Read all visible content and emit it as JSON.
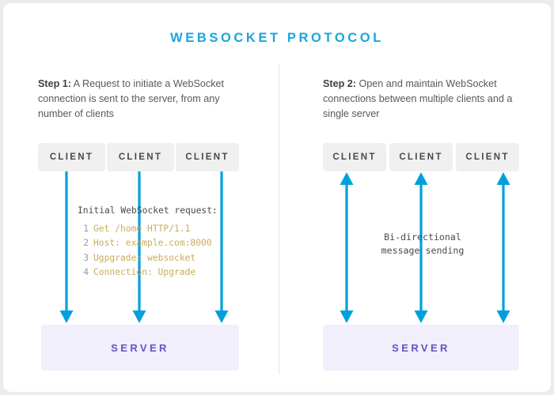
{
  "title": "WEBSOCKET PROTOCOL",
  "colors": {
    "title": "#19A6DE",
    "arrow": "#00A0DC",
    "client_box": "#f0f0f0",
    "client_text": "#4a4a4c",
    "server_box": "#f0effb",
    "server_text": "#6b4fc4",
    "code_text": "#c9ac5e",
    "line_number": "#9a9a9c",
    "divider": "#e6e6e6",
    "page_background": "#ececec",
    "card_background": "#ffffff"
  },
  "step1": {
    "label": "Step 1:",
    "body": " A Request to initiate a WebSocket connection is sent to the server, from any number of clients",
    "clients": [
      {
        "label": "CLIENT"
      },
      {
        "label": "CLIENT"
      },
      {
        "label": "CLIENT"
      }
    ],
    "server": {
      "label": "SERVER"
    },
    "code": {
      "heading": "Initial WebSocket request:",
      "lines": [
        {
          "number": "1",
          "text": "Get /home HTTP/1.1"
        },
        {
          "number": "2",
          "text": "Host: example.com:8000"
        },
        {
          "number": "3",
          "text": "Ugpgrade: websocket"
        },
        {
          "number": "4",
          "text": "Connection: Upgrade"
        }
      ]
    }
  },
  "step2": {
    "label": "Step 2:",
    "body": " Open and maintain WebSocket connections between multiple clients and a single server",
    "clients": [
      {
        "label": "CLIENT"
      },
      {
        "label": "CLIENT"
      },
      {
        "label": "CLIENT"
      }
    ],
    "server": {
      "label": "SERVER"
    },
    "annotation": "Bi-directional\nmessage sending"
  }
}
